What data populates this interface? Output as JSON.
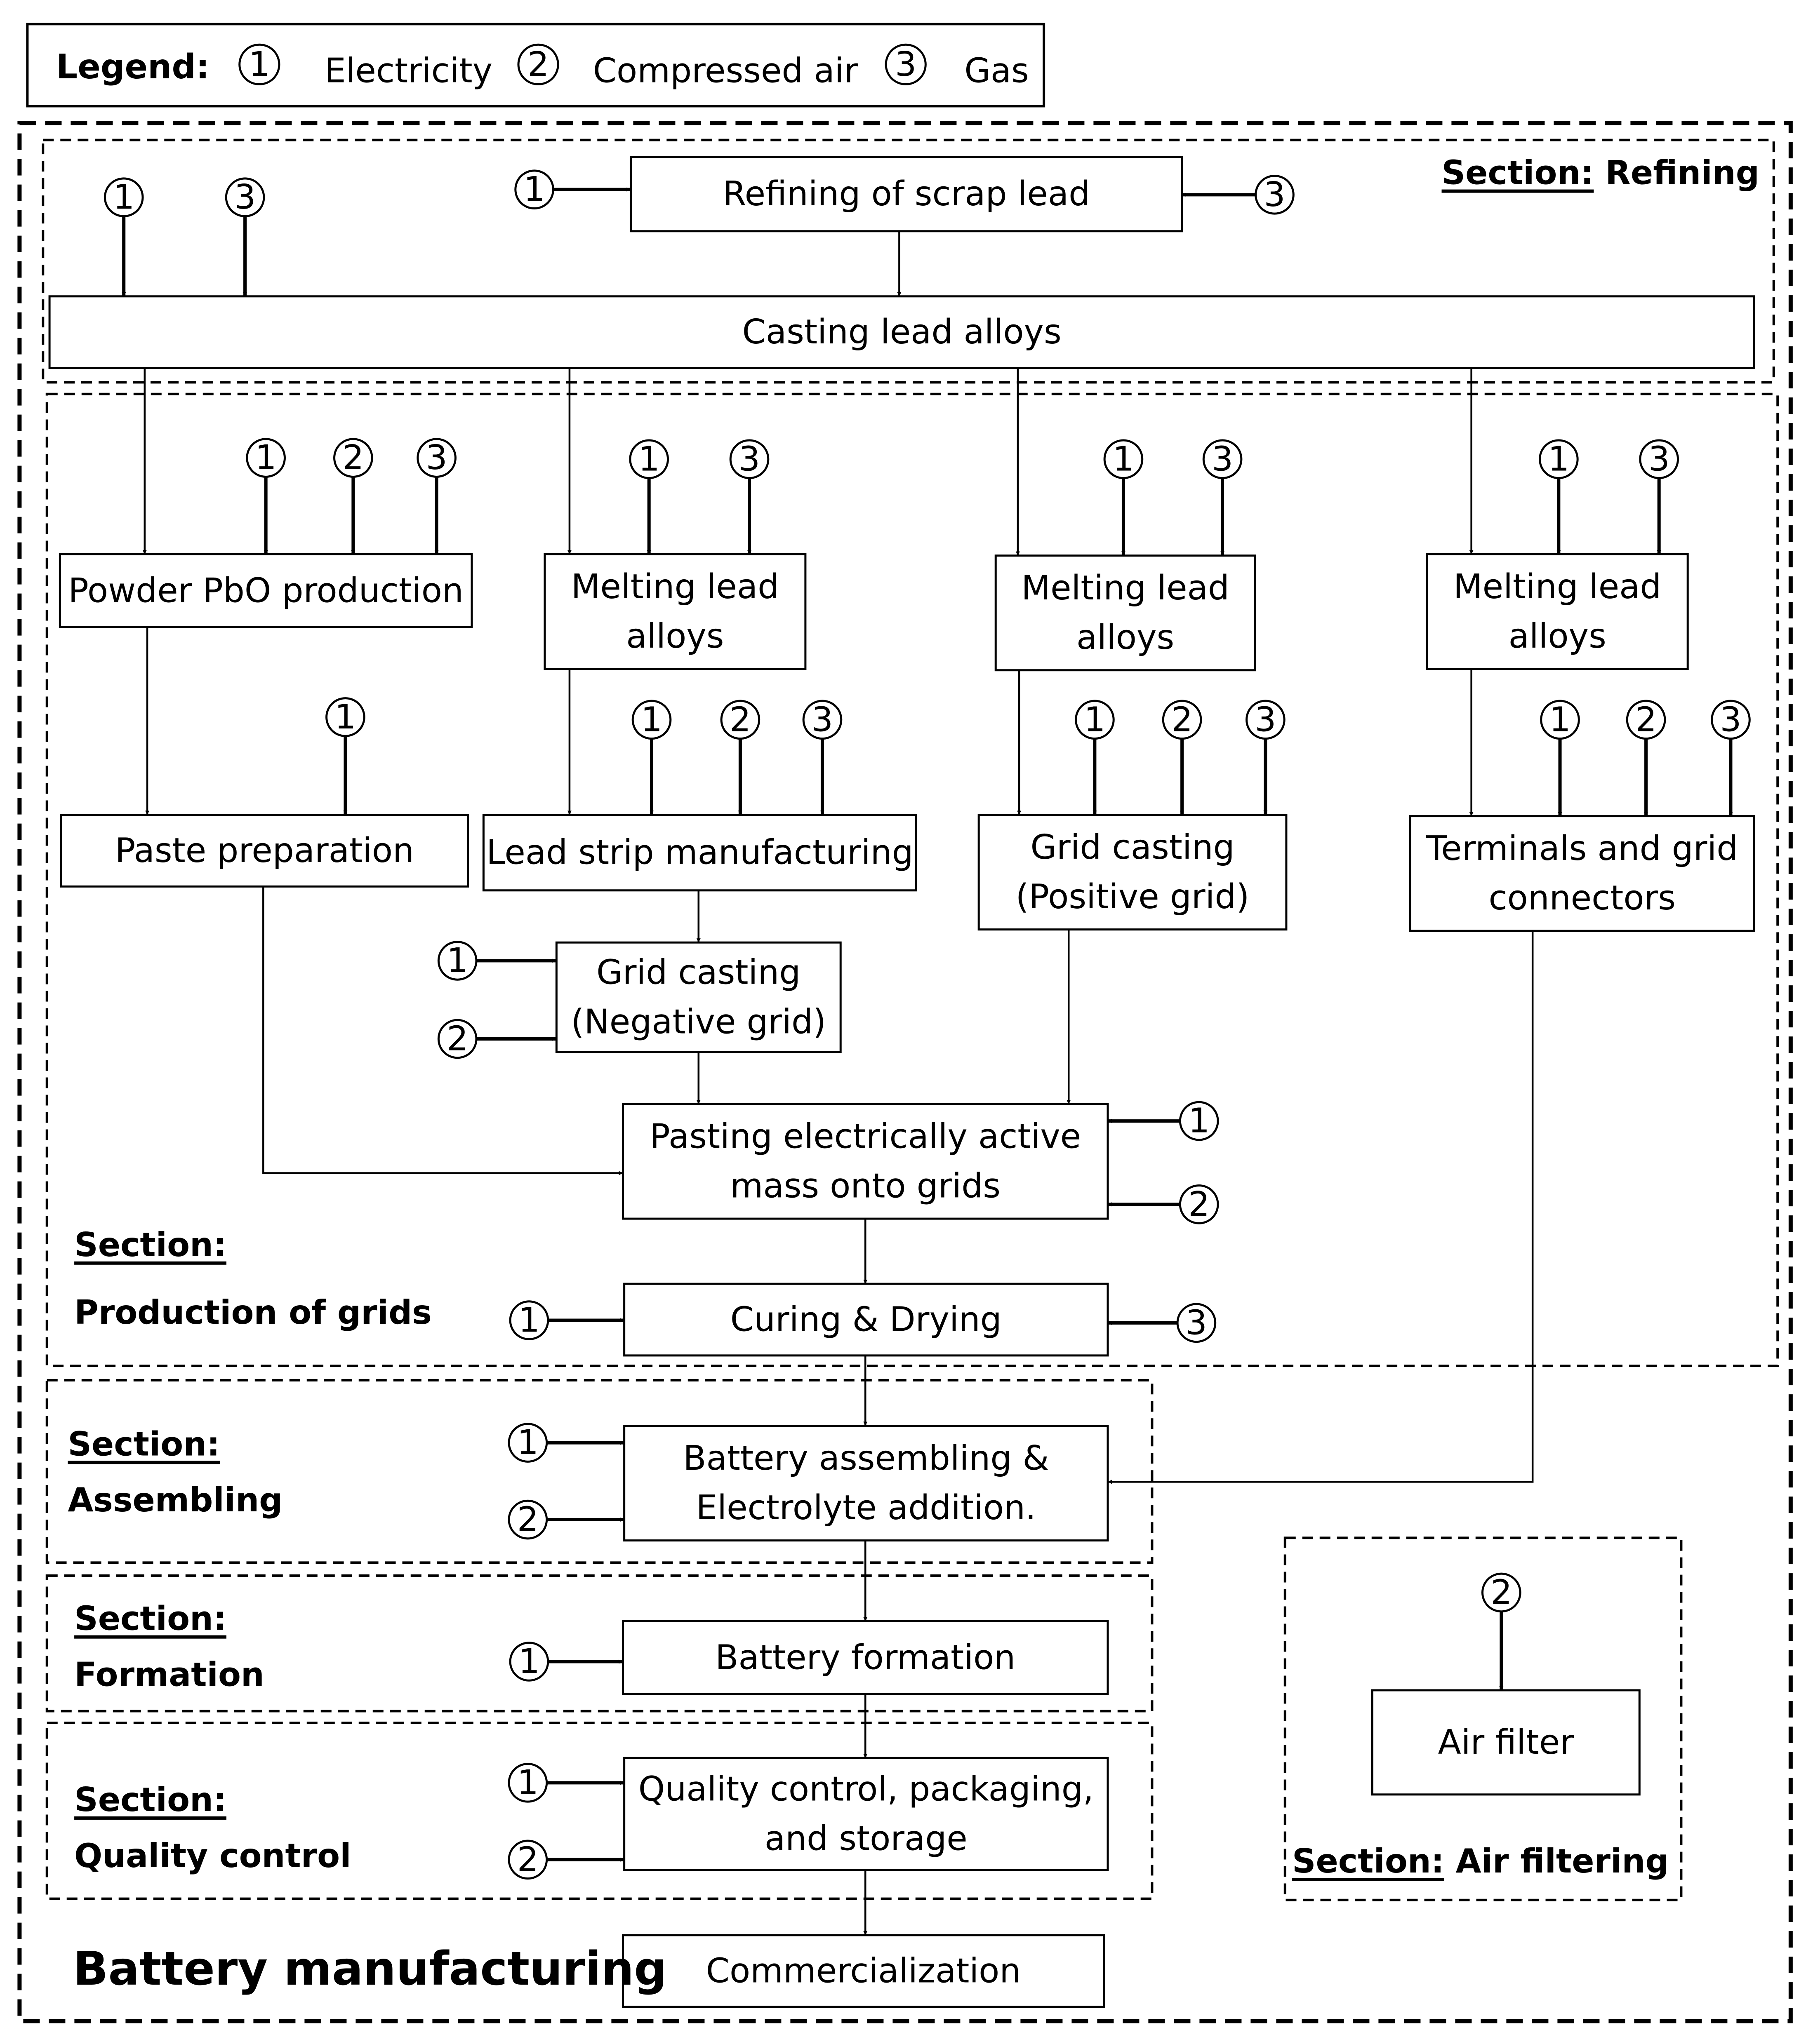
{
  "legend": {
    "title": "Legend:",
    "items": [
      {
        "symbol": "1",
        "label": "Electricity"
      },
      {
        "symbol": "2",
        "label": "Compressed air"
      },
      {
        "symbol": "3",
        "label": "Gas"
      }
    ]
  },
  "title": "Battery manufacturing",
  "sections": {
    "refining": {
      "label": "Section:",
      "name": "Refining"
    },
    "grids": {
      "label": "Section:",
      "name": "Production of grids"
    },
    "assembling": {
      "label": "Section:",
      "name": "Assembling"
    },
    "formation": {
      "label": "Section:",
      "name": "Formation"
    },
    "quality": {
      "label": "Section:",
      "name": "Quality control"
    },
    "air": {
      "label": "Section:",
      "name": "Air filtering"
    }
  },
  "processes": {
    "refining_scrap": [
      "Refining of scrap lead"
    ],
    "casting_alloys": [
      "Casting lead alloys"
    ],
    "powder_pbo": [
      "Powder PbO production"
    ],
    "melting_1": [
      "Melting lead",
      "alloys"
    ],
    "melting_2": [
      "Melting lead",
      "alloys"
    ],
    "melting_3": [
      "Melting lead",
      "alloys"
    ],
    "paste_prep": [
      "Paste preparation"
    ],
    "lead_strip": [
      "Lead strip manufacturing"
    ],
    "grid_positive": [
      "Grid casting",
      "(Positive grid)"
    ],
    "terminals": [
      "Terminals and grid",
      "connectors"
    ],
    "grid_negative": [
      "Grid casting",
      "(Negative grid)"
    ],
    "pasting": [
      "Pasting electrically active",
      "mass onto grids"
    ],
    "curing": [
      "Curing & Drying"
    ],
    "assembly": [
      "Battery assembling &",
      "Electrolyte addition."
    ],
    "formation": [
      "Battery formation"
    ],
    "qc": [
      "Quality control, packaging,",
      "and storage"
    ],
    "commercialization": [
      "Commercialization"
    ],
    "air_filter": [
      "Air filter"
    ]
  }
}
